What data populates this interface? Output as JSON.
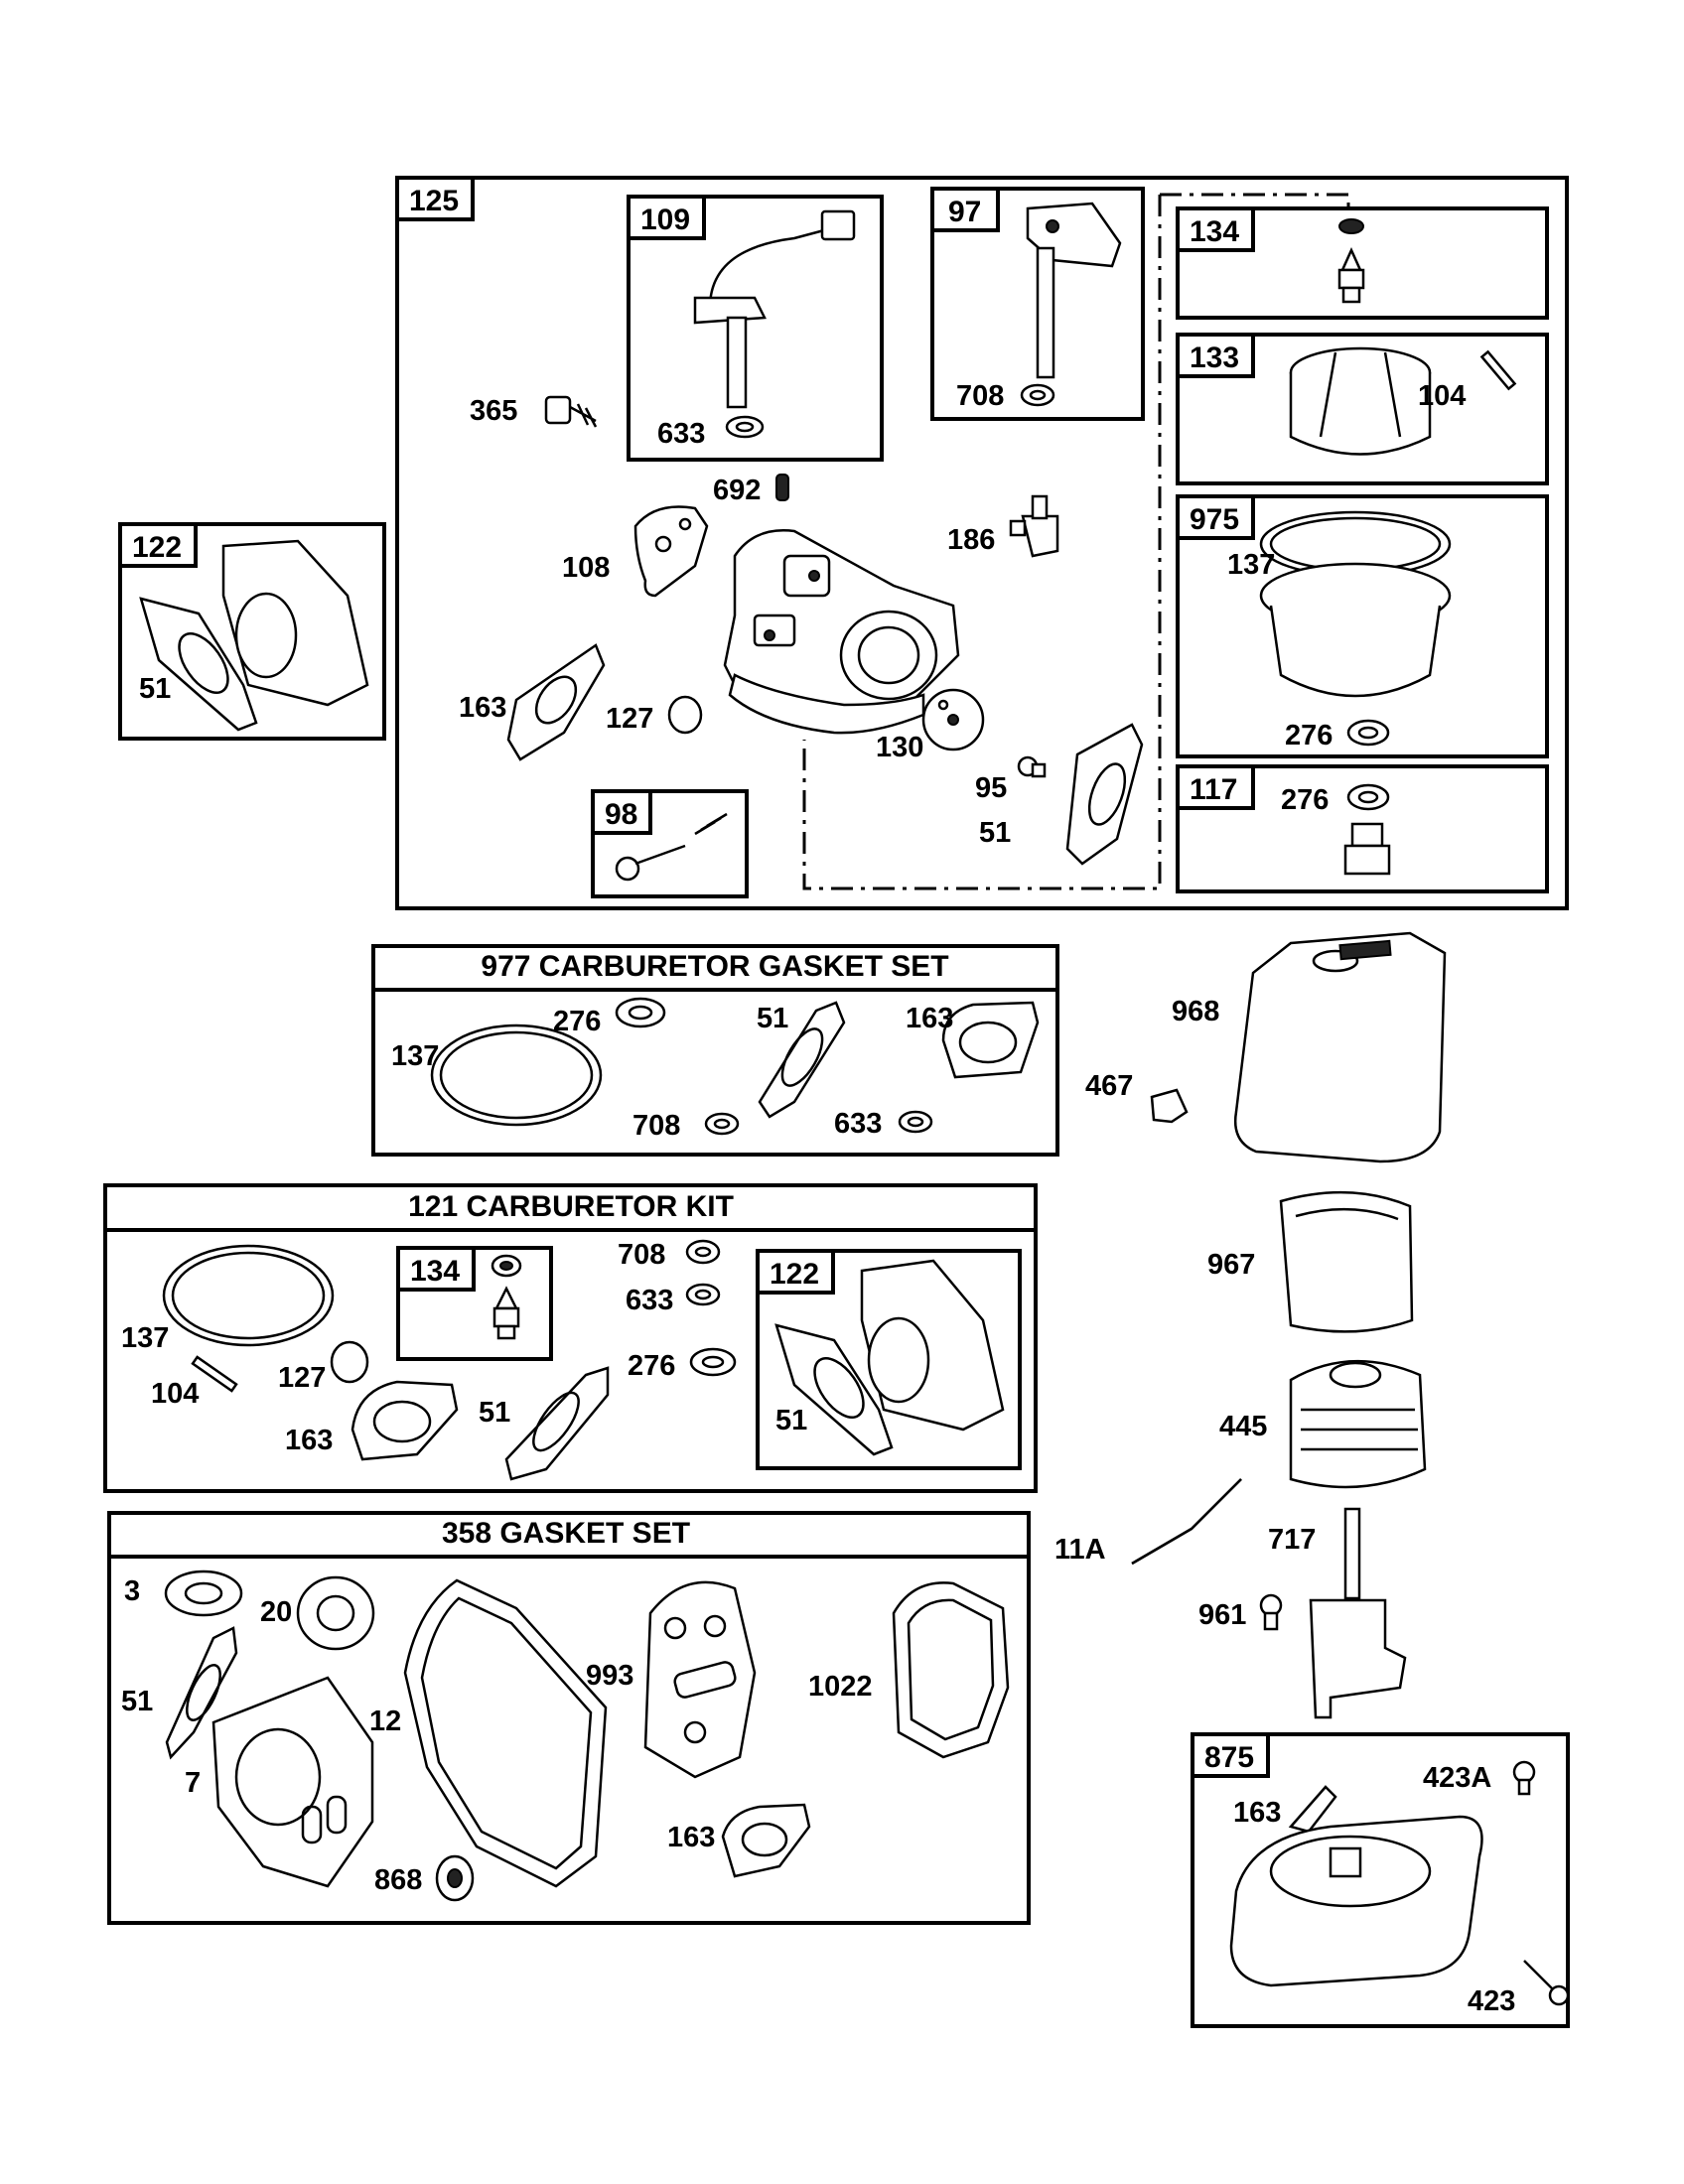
{
  "kits": {
    "gasket_977": "977 CARBURETOR  GASKET SET",
    "kit_121": "121 CARBURETOR KIT",
    "gasket_358": "358 GASKET SET"
  },
  "box_tags": {
    "b125": "125",
    "b109": "109",
    "b97": "97",
    "b134": "134",
    "b133": "133",
    "b975": "975",
    "b117": "117",
    "b122": "122",
    "b98": "98",
    "b134k": "134",
    "b122k": "122",
    "b875": "875"
  },
  "labels": {
    "l365": "365",
    "l633a": "633",
    "l708a": "708",
    "l104a": "104",
    "l692": "692",
    "l108": "108",
    "l186": "186",
    "l137a": "137",
    "l51a": "51",
    "l163a": "163",
    "l127a": "127",
    "l130": "130",
    "l276a": "276",
    "l95": "95",
    "l51b": "51",
    "l276b": "276",
    "l137b": "137",
    "l276c": "276",
    "l51c": "51",
    "l163b": "163",
    "l708b": "708",
    "l633b": "633",
    "l968": "968",
    "l467": "467",
    "l967": "967",
    "l445": "445",
    "l11a": "11A",
    "l717": "717",
    "l961": "961",
    "l137c": "137",
    "l104b": "104",
    "l127b": "127",
    "l163c": "163",
    "l51d": "51",
    "l708c": "708",
    "l633c": "633",
    "l276d": "276",
    "l51e": "51",
    "l3": "3",
    "l20": "20",
    "l51f": "51",
    "l12": "12",
    "l7": "7",
    "l993": "993",
    "l1022": "1022",
    "l163d": "163",
    "l868": "868",
    "l163e": "163",
    "l423a": "423A",
    "l423": "423"
  }
}
